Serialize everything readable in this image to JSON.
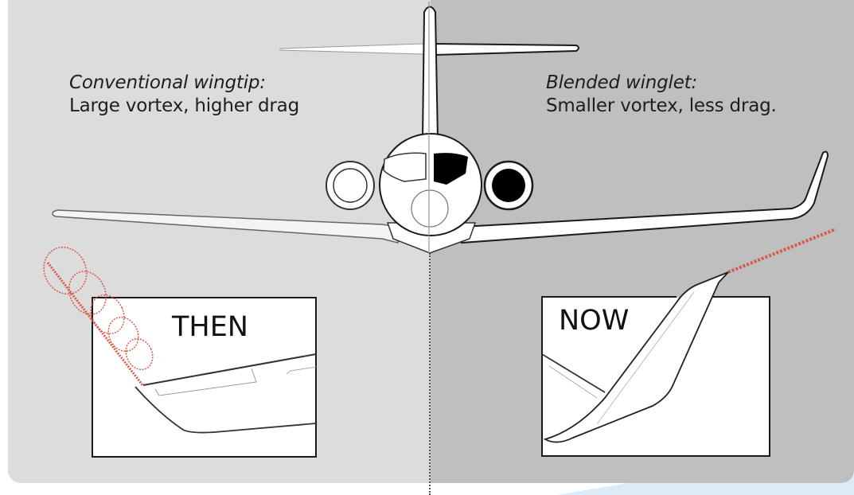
{
  "diagram": {
    "subject": "Aircraft front view comparing conventional wingtip and blended winglet",
    "colors": {
      "left_background": "#dcdcdc",
      "right_background": "#bfbfbf",
      "vortex": "#d9493a",
      "outline": "#1a1a1a",
      "accent_blue": "#dcebf8"
    },
    "left": {
      "title": "Conventional wingtip:",
      "description": "Large vortex, higher drag",
      "inset_label": "THEN"
    },
    "right": {
      "title": "Blended winglet:",
      "description": "Smaller vortex, less drag.",
      "inset_label": "NOW"
    }
  }
}
